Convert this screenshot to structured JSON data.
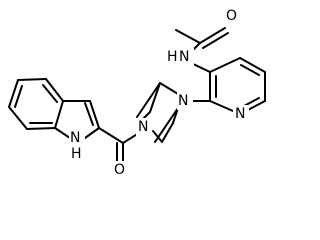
{
  "molecule": {
    "atoms": {
      "carbonyl_oxygen_top": "O",
      "amide_nitrogen": "N",
      "amide_hydrogen": "H",
      "pyridine_nitrogen": "N",
      "piperazine_nitrogen_upper": "N",
      "piperazine_nitrogen_lower": "N",
      "carbonyl_oxygen_bottom": "O",
      "indole_nitrogen": "N",
      "indole_hydrogen": "H"
    }
  },
  "colors": {
    "bond": "#000000",
    "text": "#000000",
    "background": "#ffffff"
  }
}
